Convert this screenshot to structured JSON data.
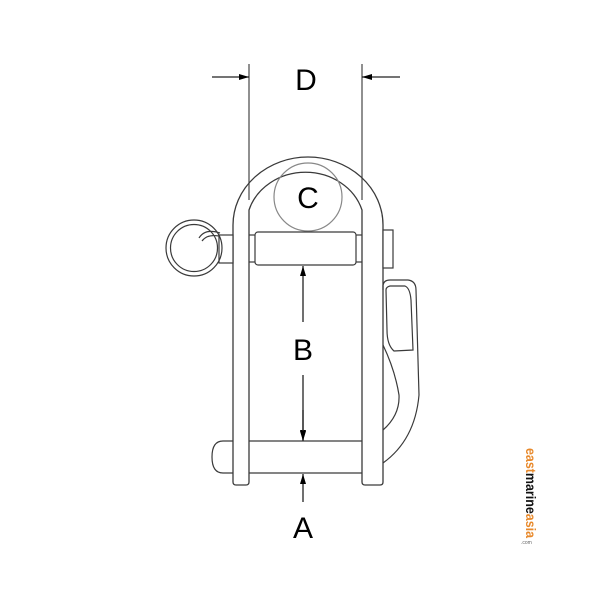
{
  "diagram": {
    "subject": "snap shackle with roller pin",
    "dimension_labels": {
      "a": "A",
      "b": "B",
      "c": "C",
      "d": "D"
    },
    "colors": {
      "line": "#3a3a3a",
      "text": "#000000",
      "background": "#ffffff"
    }
  },
  "watermark": {
    "word1": "east",
    "word2": "marine",
    "word3": "asia",
    "suffix": ".com",
    "color_primary": "#e8892b",
    "color_secondary": "#111111"
  }
}
